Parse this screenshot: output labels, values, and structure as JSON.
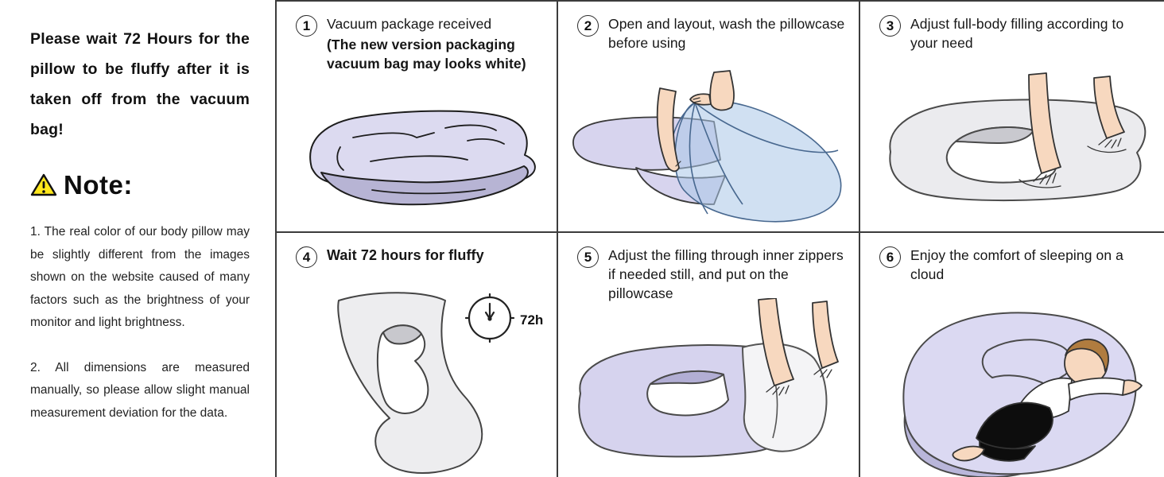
{
  "left_panel": {
    "heading": "Please wait 72 Hours for the pillow to be fluffy after it is taken off from the vacuum bag!",
    "warning_icon": "warning-triangle-icon",
    "note_title": "Note:",
    "notes": [
      "1.  The real color of our body pillow may be slightly different from the images shown on the website caused of many factors such as the brightness of your monitor and light brightness.",
      "2.   All dimensions are measured manually, so please allow slight manual measurement deviation for the data."
    ]
  },
  "steps": [
    {
      "number": "1",
      "text": "Vacuum package received",
      "subtext": "(The new version packaging vacuum bag may looks white)",
      "illustration": "vacuum-packed-pillow"
    },
    {
      "number": "2",
      "text": "Open and layout, wash the pillowcase before using",
      "illustration": "opening-blue-wrap"
    },
    {
      "number": "3",
      "text": "Adjust full-body filling according to your need",
      "illustration": "hands-adjusting-filling"
    },
    {
      "number": "4",
      "text": "Wait 72 hours for fluffy",
      "clock_label": "72h",
      "illustration": "fluffy-pillow-clock"
    },
    {
      "number": "5",
      "text": "Adjust the filling through inner zippers if needed still, and put on the pillowcase",
      "illustration": "putting-on-pillowcase"
    },
    {
      "number": "6",
      "text": "Enjoy the comfort of sleeping on a cloud",
      "illustration": "sleeping-person"
    }
  ],
  "colors": {
    "lavender": "#dcdaf0",
    "lavender_shadow": "#b7b4d4",
    "sheet_blue": "#a9c6e8",
    "skin": "#f7d8bf",
    "pillow_gray": "#ebebee",
    "outline": "#2b2b2b",
    "warning_yellow": "#ffe71c"
  }
}
